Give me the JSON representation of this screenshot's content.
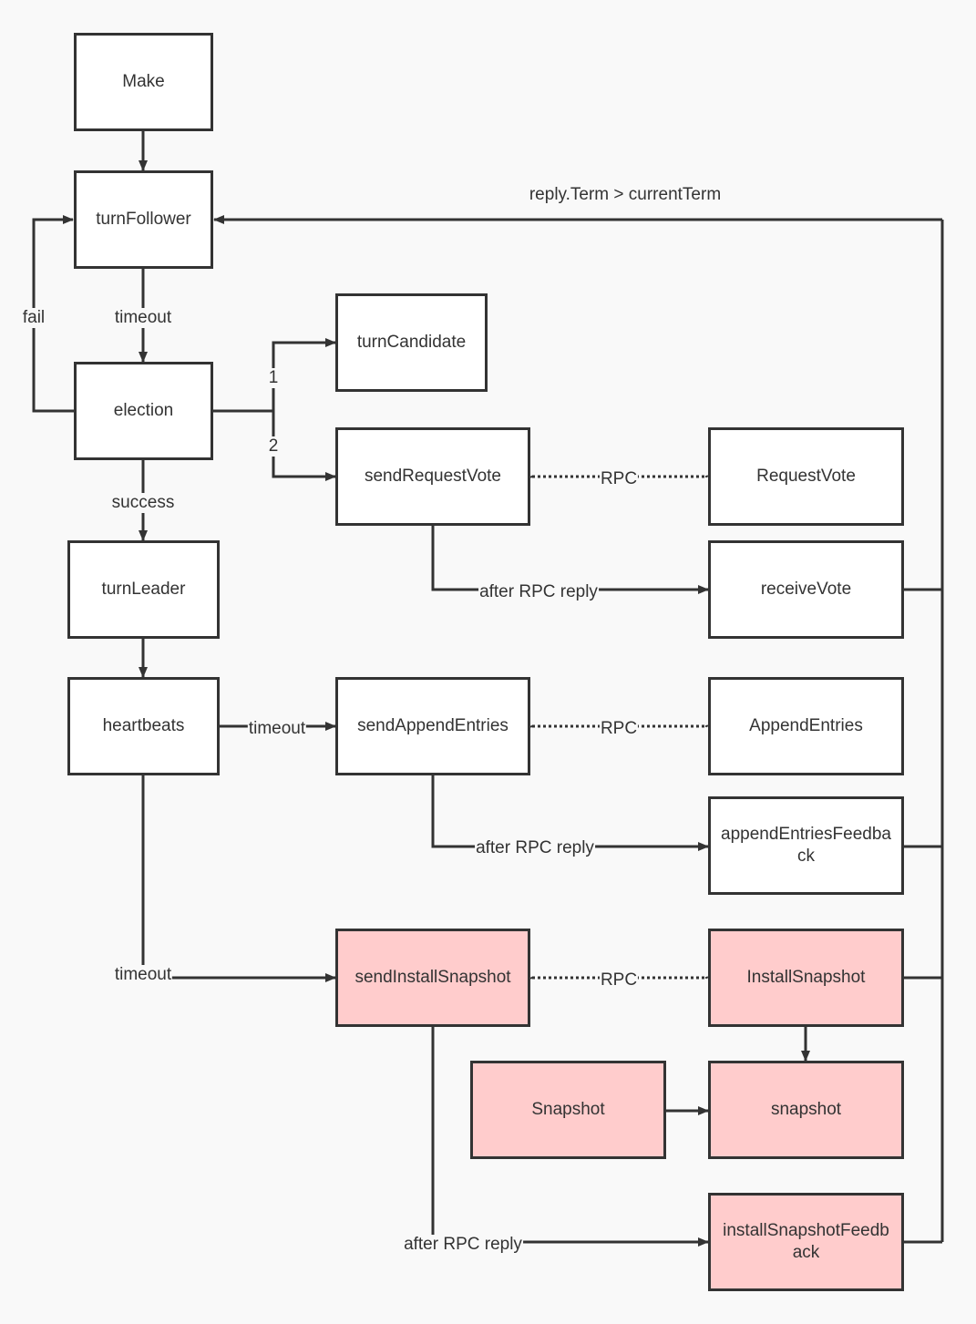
{
  "colors": {
    "background": "#f9f9f9",
    "box_fill": "#ffffff",
    "snapshot_fill": "#ffcccc",
    "stroke": "#333333"
  },
  "nodes": {
    "make": "Make",
    "turn_follower": "turnFollower",
    "election": "election",
    "turn_candidate": "turnCandidate",
    "send_request_vote": "sendRequestVote",
    "request_vote": "RequestVote",
    "turn_leader": "turnLeader",
    "receive_vote": "receiveVote",
    "heartbeats": "heartbeats",
    "send_append_entries": "sendAppendEntries",
    "append_entries": "AppendEntries",
    "append_entries_feedback": "appendEntriesFeedback",
    "send_install_snapshot": "sendInstallSnapshot",
    "install_snapshot": "InstallSnapshot",
    "snapshot_upper": "Snapshot",
    "snapshot_lower": "snapshot",
    "install_snapshot_feedback": "installSnapshotFeedback"
  },
  "edge_labels": {
    "reply_term": "reply.Term > currentTerm",
    "fail": "fail",
    "timeout_follower": "timeout",
    "branch_1": "1",
    "branch_2": "2",
    "success": "success",
    "rpc_request_vote": "RPC",
    "after_rpc_reply_vote": "after RPC reply",
    "timeout_append": "timeout",
    "rpc_append_entries": "RPC",
    "after_rpc_reply_append": "after RPC reply",
    "timeout_snapshot": "timeout",
    "rpc_install_snapshot": "RPC",
    "after_rpc_reply_snapshot": "after RPC reply"
  }
}
